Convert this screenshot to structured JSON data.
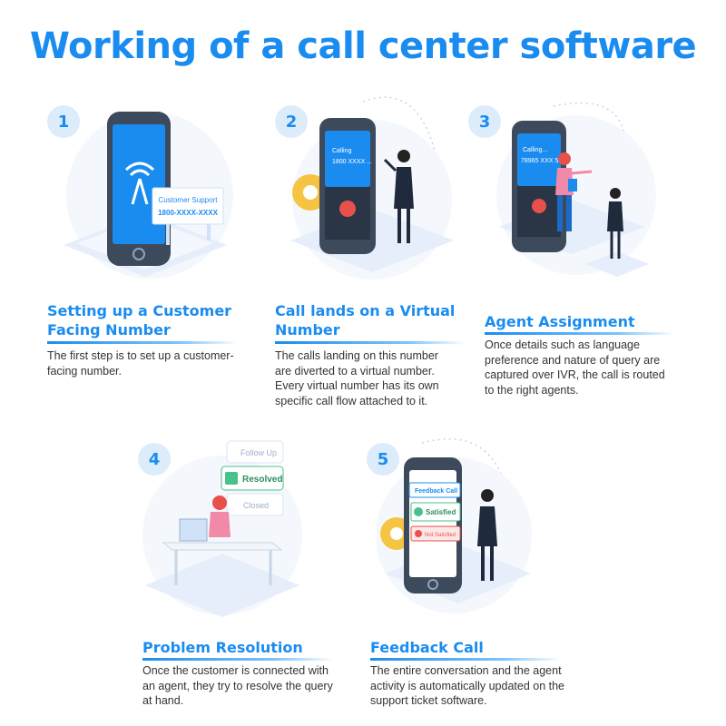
{
  "title": "Working of a call center software",
  "steps": [
    {
      "number": "1",
      "heading": "Setting up a Customer Facing Number",
      "description": "The first step is to set up a customer-facing number.",
      "sign_line1": "Customer Support",
      "sign_line2": "1800-XXXX-XXXX"
    },
    {
      "number": "2",
      "heading": "Call lands on a Virtual Number",
      "description": "The calls landing on this number are diverted to a virtual number. Every virtual number has its own specific call flow attached to it.",
      "screen_line1": "Calling",
      "screen_line2": "1800 XXXX ..."
    },
    {
      "number": "3",
      "heading": "Agent Assignment",
      "description": "Once details such as language preference and nature of query are captured over IVR, the call is routed to the right agents.",
      "screen_line1": "Calling...",
      "screen_line2": "78965 XXX 52"
    },
    {
      "number": "4",
      "heading": "Problem Resolution",
      "description": "Once the customer is connected with an agent, they try to resolve the query at hand.",
      "cards": [
        "Follow Up",
        "Resolved",
        "Closed"
      ]
    },
    {
      "number": "5",
      "heading": "Feedback Call",
      "description": "The entire conversation and the agent activity is automatically updated on the support ticket software.",
      "cards": [
        "Feedback Call",
        "Satisfied",
        "Not Satisfied"
      ]
    }
  ],
  "colors": {
    "accent": "#1a8cf0",
    "badge_bg": "#dcecfb",
    "phone_body": "#3d4a5c",
    "screen": "#1a8cf0",
    "platform": "#e7f0fb",
    "gear": "#f5c443"
  },
  "icons": [
    "phone-icon",
    "antenna-signal-icon",
    "hang-up-icon",
    "gear-icon",
    "check-icon",
    "person-icon",
    "headset-agent-icon",
    "desk-computer-icon"
  ]
}
